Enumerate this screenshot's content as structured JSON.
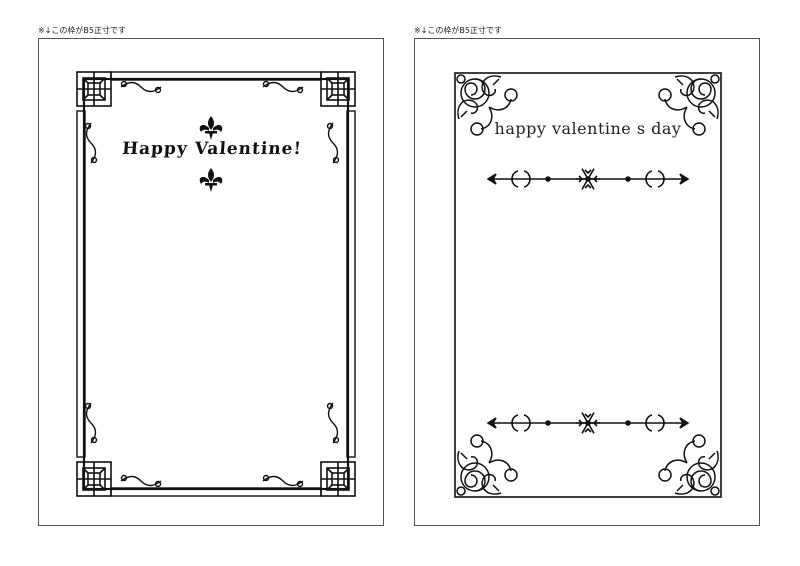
{
  "notes": {
    "left": "※↓この枠がB5正寸です",
    "right": "※↓この枠がB5正寸です"
  },
  "cards": {
    "left": {
      "title": "Happy Valentine!",
      "style": "blackletter-frame"
    },
    "right": {
      "title": "happy valentine s day",
      "style": "swirl-frame"
    }
  },
  "colors": {
    "ink": "#111111",
    "sheet_border": "#555555",
    "background": "#ffffff"
  },
  "icons": [
    "fleur-de-lis-icon",
    "snowflake-icon",
    "corner-knot-ornament",
    "corner-swirl-ornament",
    "scroll-divider"
  ]
}
